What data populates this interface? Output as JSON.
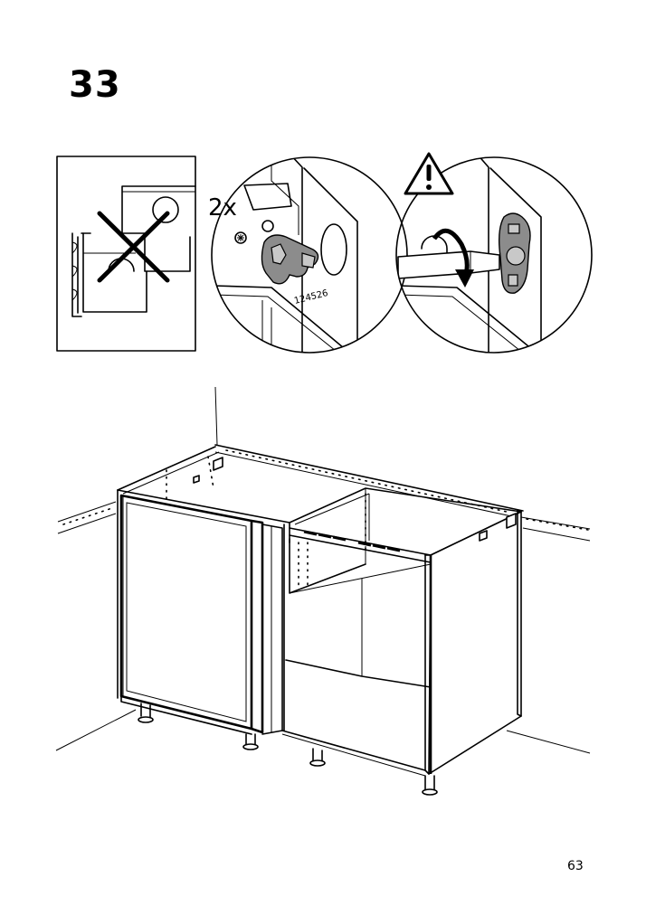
{
  "step": {
    "number": "33"
  },
  "callouts": {
    "quantity": "2x",
    "part_number": "124526",
    "warning_icon": "warning-triangle-icon"
  },
  "page": {
    "number": "63"
  }
}
